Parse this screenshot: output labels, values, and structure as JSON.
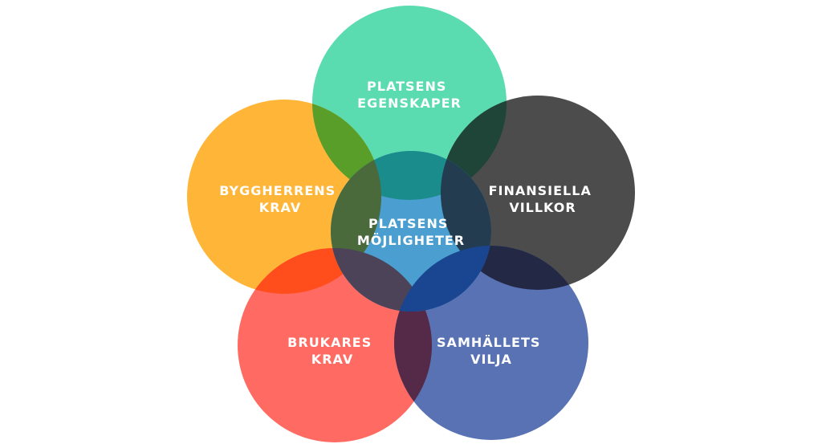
{
  "diagram": {
    "center": {
      "line1": "PLATSENS",
      "line2": "MÖJLIGHETER",
      "color": "#4a9fd0"
    },
    "top": {
      "line1": "PLATSENS",
      "line2": "EGENSKAPER",
      "color": "#5bdcb0"
    },
    "left": {
      "line1": "BYGGHERRENS",
      "line2": "KRAV",
      "color": "#ffb638"
    },
    "right": {
      "line1": "FINANSIELLA",
      "line2": "VILLKOR",
      "color": "#4c4c4c"
    },
    "bottom_left": {
      "line1": "BRUKARES",
      "line2": "KRAV",
      "color": "#ff6b62"
    },
    "bottom_right": {
      "line1": "SAMHÄLLETS",
      "line2": "VILJA",
      "color": "#5872b4"
    },
    "overlap_colors": {
      "top_left": "#5a9e2a",
      "top_right": "#1e4538",
      "left_bottom_left": "#ff4e1c",
      "bottom_left_bottom_right": "#552a48",
      "right_bottom_right": "#232945",
      "center_top": "#1b8c8c",
      "center_left": "#4a6a3c",
      "center_right": "#233c50",
      "center_bottom_left": "#4c4358",
      "center_bottom_right": "#1a4590"
    }
  }
}
